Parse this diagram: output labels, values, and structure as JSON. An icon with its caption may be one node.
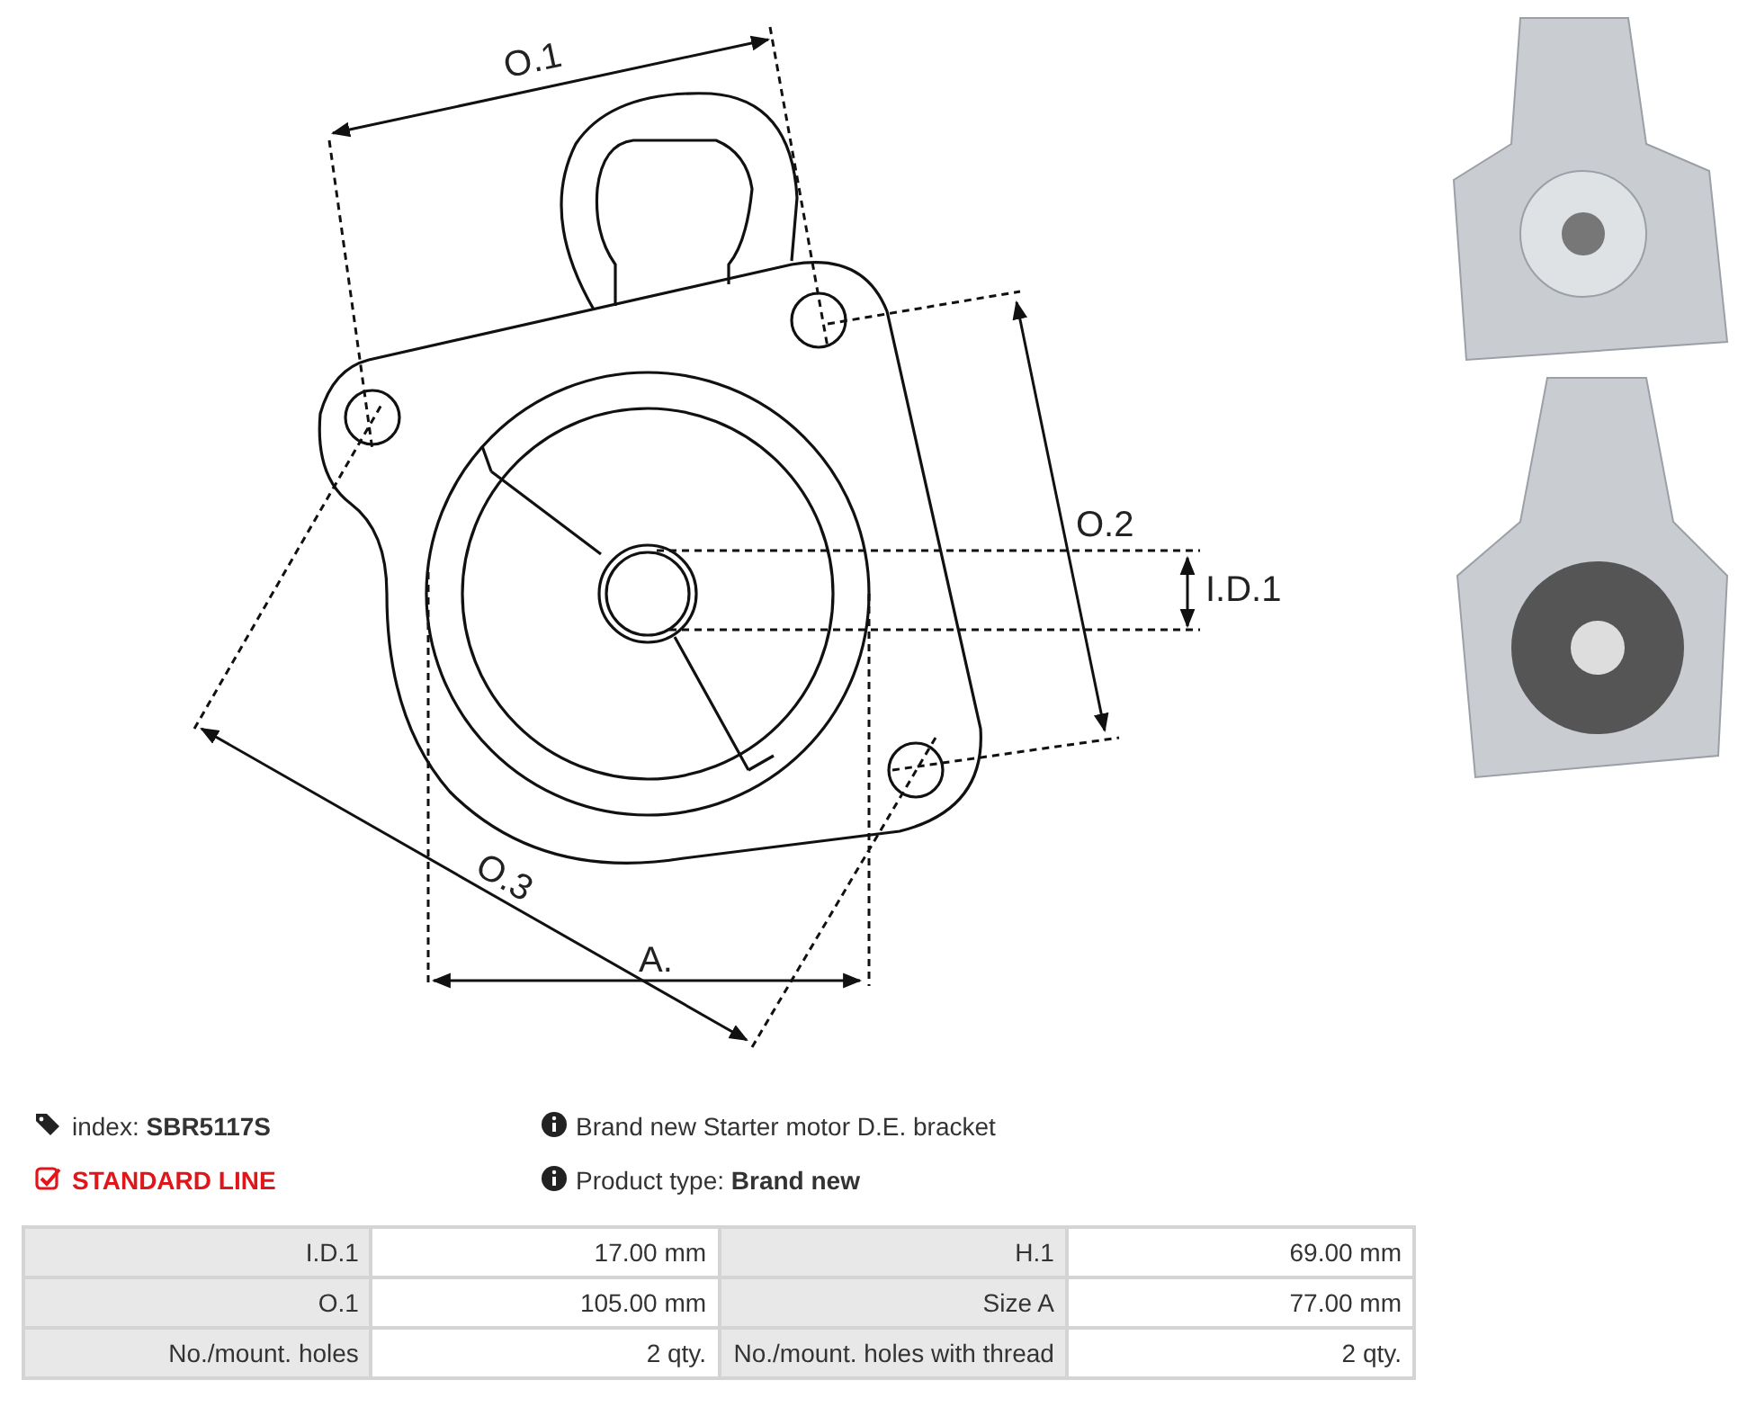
{
  "diagram": {
    "labels": [
      "O.1",
      "O.2",
      "I.D.1",
      "O.3",
      "A.",
      "index: **SBR5117S**",
      "Brand new Starter motor D.E. bracket",
      "STANDARD LINE",
      "Product type: **Brand new**",
      "I.D.1",
      "17.00 mm",
      "H.1",
      "69.00 mm",
      "O.1",
      "105.00 mm",
      "Size A",
      "77.00 mm",
      "No./mount. holes",
      "2 qty.",
      "No./mount. holes with thread",
      "2 qty."
    ]
  }
}
